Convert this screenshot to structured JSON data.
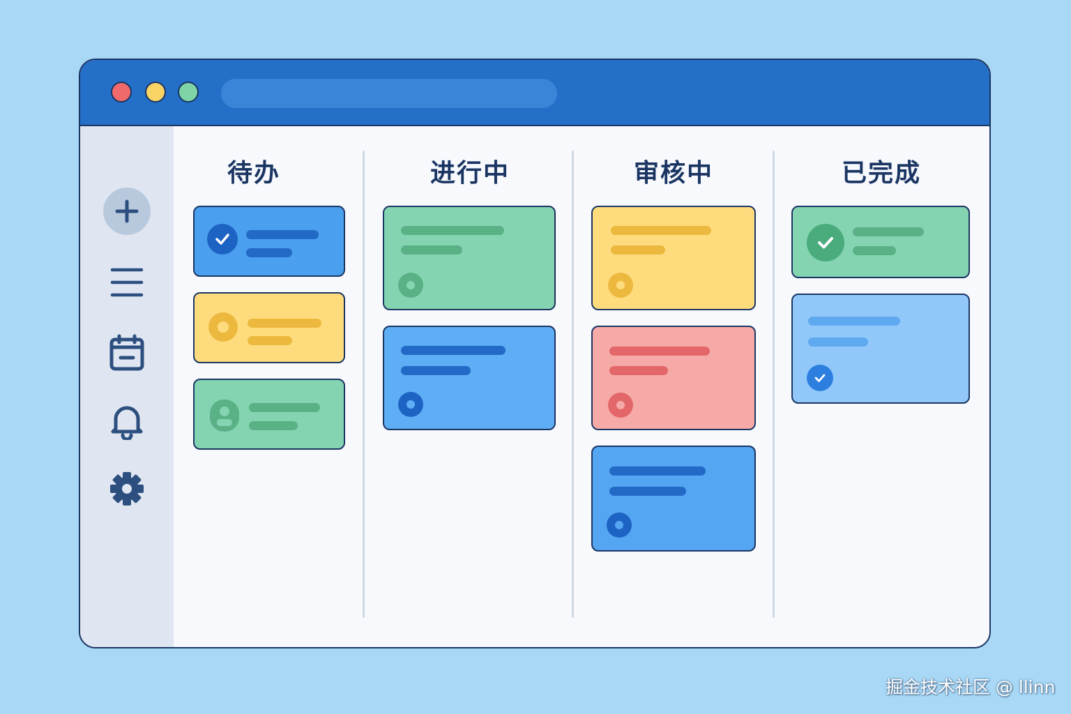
{
  "columns": [
    {
      "title": "待办"
    },
    {
      "title": "进行中"
    },
    {
      "title": "审核中"
    },
    {
      "title": "已完成"
    }
  ],
  "sidebar": {
    "icons": [
      "add-icon",
      "menu-icon",
      "calendar-icon",
      "bell-icon",
      "gear-icon"
    ]
  },
  "colors": {
    "background": "#a8d8f6",
    "titlebar": "#2470c8",
    "outline": "#1b3563",
    "card_blue": "#4aa0ee",
    "card_yellow": "#fedc7e",
    "card_green": "#84d4b1",
    "card_red": "#f6aaa7",
    "card_light_blue": "#92c8f9"
  },
  "watermark": "掘金技术社区 @ llinn"
}
